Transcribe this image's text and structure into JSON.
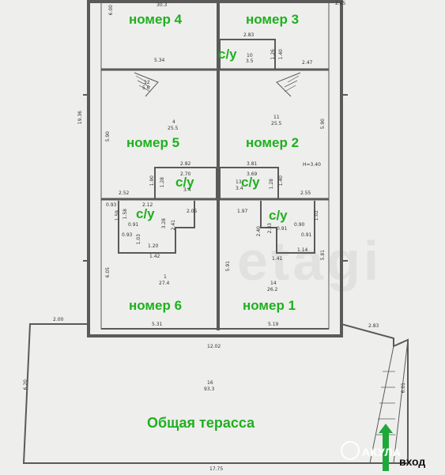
{
  "rooms": {
    "r4": "номер 4",
    "r3": "номер 3",
    "r5": "номер 5",
    "r2": "номер 2",
    "r6": "номер 6",
    "r1": "номер 1"
  },
  "bathroom_label": "с/у",
  "terrace_label": "Общая терасса",
  "entrance_label": "вход",
  "watermark": "АКУЛА",
  "background_watermark": "etagi",
  "dimensions": {
    "top_a": "6.00",
    "top_b": "30.3",
    "top_c": "2.85",
    "d283": "2.83",
    "d10": "10",
    "d35": "3.5",
    "d126": "1.26",
    "d140a": "1.40",
    "d247": "2.47",
    "d534": "5.34",
    "d12": "12",
    "d56": "5.6",
    "d1936": "19.36",
    "d4": "4",
    "d255a": "25.5",
    "d11": "11",
    "d255b": "25.5",
    "d590a": "5.90",
    "d590b": "5.90",
    "d282": "2.82",
    "d381": "3.81",
    "h340": "H=3.40",
    "d270": "2.70",
    "d369": "3.69",
    "d190": "1.90",
    "d128a": "1.28",
    "d128b": "1.28",
    "d140b": "1.40",
    "d13": "13",
    "d34a": "3.4",
    "d34b": "3.4",
    "d252": "2.52",
    "d255c": "2.55",
    "d093a": "0.93",
    "d212": "2.12",
    "d205": "2.05",
    "d197": "1.97",
    "d102": "1.02",
    "d159": "1.59",
    "d158": "1.58",
    "d091a": "0.91",
    "d328": "3.28",
    "d241": "2.41",
    "d093b": "0.93",
    "d090": "0.90",
    "d091b": "0.91",
    "d091c": "0.91",
    "d103": "1.03",
    "d120": "1.20",
    "d114": "1.14",
    "d240": "2.40",
    "d233": "2.33",
    "d142": "1.42",
    "d141": "1.41",
    "d591": "5.91",
    "d581": "5.81",
    "d605": "6.05",
    "d1": "1",
    "d274": "27.4",
    "d14": "14",
    "d262": "26.2",
    "d531": "5.31",
    "d519": "5.19",
    "d200": "2.00",
    "d283b": "2.83",
    "d1202": "12.02",
    "d620": "6.20",
    "d16": "16",
    "d933": "93.3",
    "d601": "6.01",
    "d1775": "17.75"
  },
  "colors": {
    "label_green": "#1fb01f",
    "wall": "#5a5a5a",
    "arrow_green": "#1fa83a",
    "background": "#eeeeec"
  }
}
